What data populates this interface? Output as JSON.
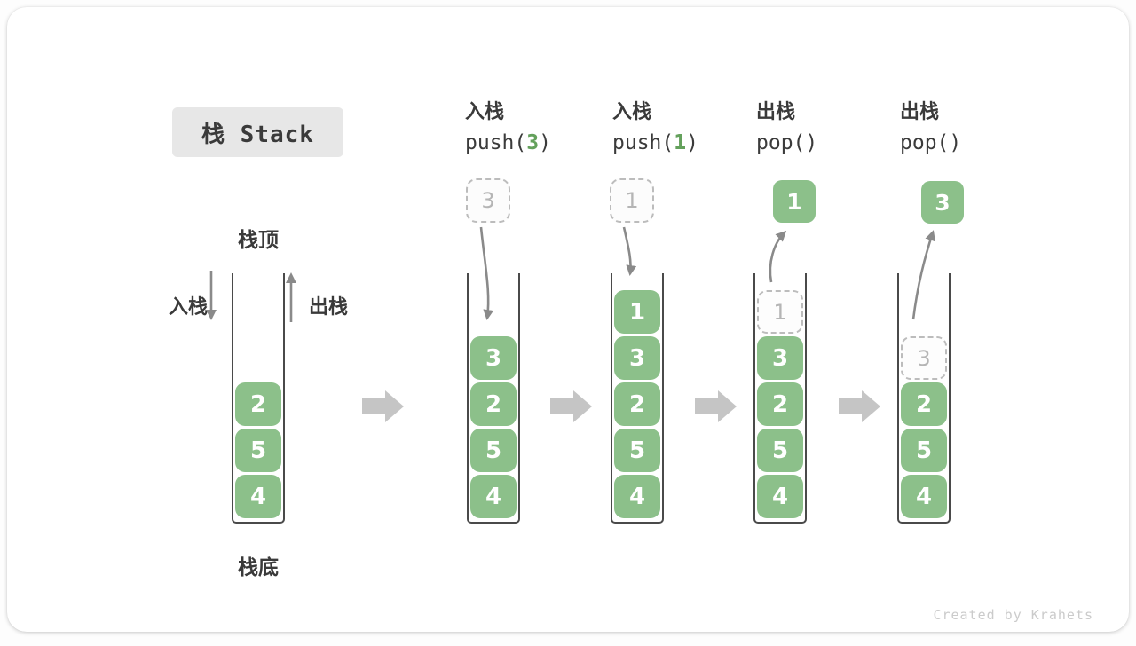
{
  "title": "栈 Stack",
  "watermark": "Created by Krahets",
  "colors": {
    "block_green": "#8cc08a",
    "code_green": "#64a15c",
    "dark_text": "#3a3a3a",
    "curve_arrow_gray": "#8a8a8a",
    "flow_arrow_gray": "#c5c5c5",
    "ghost_gray": "#b5b5b5",
    "title_bg": "#e7e7e7"
  },
  "side_labels": {
    "stack_top": "栈顶",
    "stack_bottom": "栈底",
    "push": "入栈",
    "pop": "出栈"
  },
  "operations": [
    {
      "label": "入栈",
      "code": [
        {
          "t": "push(",
          "green": false
        },
        {
          "t": "3",
          "green": true
        },
        {
          "t": ")",
          "green": false
        }
      ]
    },
    {
      "label": "入栈",
      "code": [
        {
          "t": "push(",
          "green": false
        },
        {
          "t": "1",
          "green": true
        },
        {
          "t": ")",
          "green": false
        }
      ]
    },
    {
      "label": "出栈",
      "code": [
        {
          "t": "pop()",
          "green": false
        }
      ]
    },
    {
      "label": "出栈",
      "code": [
        {
          "t": "pop()",
          "green": false
        }
      ]
    }
  ],
  "stacks": [
    {
      "blocks": [
        {
          "v": "2",
          "style": "solid"
        },
        {
          "v": "5",
          "style": "solid"
        },
        {
          "v": "4",
          "style": "solid"
        }
      ]
    },
    {
      "floating": {
        "v": "3",
        "style": "ghost"
      },
      "blocks": [
        {
          "v": "3",
          "style": "solid"
        },
        {
          "v": "2",
          "style": "solid"
        },
        {
          "v": "5",
          "style": "solid"
        },
        {
          "v": "4",
          "style": "solid"
        }
      ]
    },
    {
      "floating": {
        "v": "1",
        "style": "ghost"
      },
      "blocks": [
        {
          "v": "1",
          "style": "solid"
        },
        {
          "v": "3",
          "style": "solid"
        },
        {
          "v": "2",
          "style": "solid"
        },
        {
          "v": "5",
          "style": "solid"
        },
        {
          "v": "4",
          "style": "solid"
        }
      ]
    },
    {
      "floating": {
        "v": "1",
        "style": "solid"
      },
      "blocks": [
        {
          "v": "1",
          "style": "ghost"
        },
        {
          "v": "3",
          "style": "solid"
        },
        {
          "v": "2",
          "style": "solid"
        },
        {
          "v": "5",
          "style": "solid"
        },
        {
          "v": "4",
          "style": "solid"
        }
      ]
    },
    {
      "floating": {
        "v": "3",
        "style": "solid"
      },
      "blocks": [
        {
          "v": "3",
          "style": "ghost"
        },
        {
          "v": "2",
          "style": "solid"
        },
        {
          "v": "5",
          "style": "solid"
        },
        {
          "v": "4",
          "style": "solid"
        }
      ]
    }
  ]
}
